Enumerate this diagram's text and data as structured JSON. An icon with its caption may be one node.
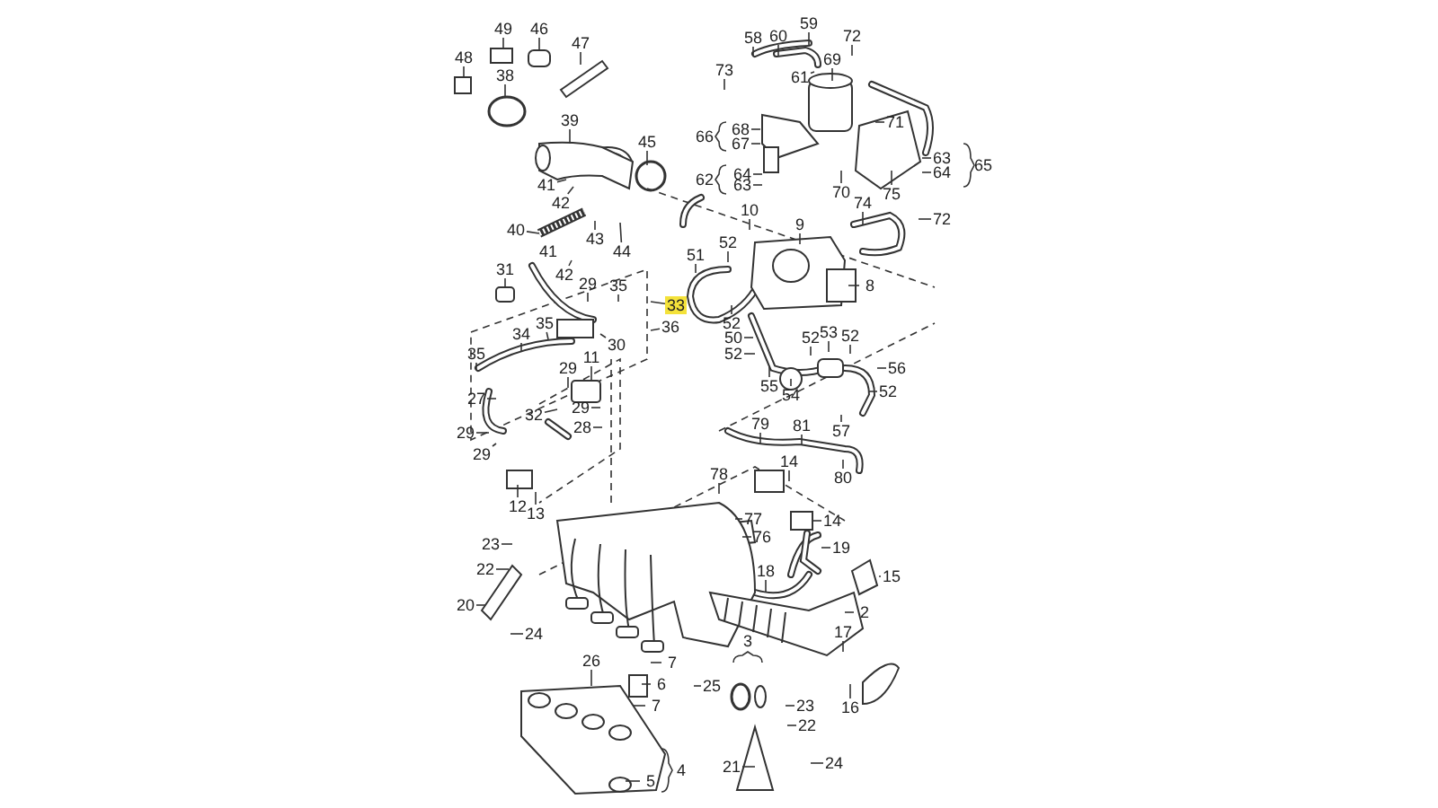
{
  "diagram": {
    "labels": [
      "49",
      "46",
      "47",
      "48",
      "38",
      "39",
      "45",
      "41",
      "42",
      "40",
      "41",
      "42",
      "43",
      "44",
      "31",
      "29",
      "35",
      "33",
      "36",
      "30",
      "34",
      "35",
      "35",
      "11",
      "29",
      "29",
      "28",
      "27",
      "32",
      "29",
      "29",
      "12",
      "13",
      "23",
      "22",
      "20",
      "24",
      "26",
      "7",
      "6",
      "7",
      "25",
      "4",
      "5",
      "58",
      "60",
      "59",
      "72",
      "73",
      "69",
      "61",
      "66",
      "68",
      "67",
      "71",
      "64",
      "62",
      "63",
      "70",
      "75",
      "63",
      "64",
      "65",
      "10",
      "9",
      "74",
      "72",
      "52",
      "51",
      "8",
      "52",
      "50",
      "52",
      "55",
      "54",
      "52",
      "53",
      "52",
      "56",
      "52",
      "81",
      "57",
      "79",
      "80",
      "14",
      "78",
      "77",
      "76",
      "14",
      "19",
      "18",
      "15",
      "2",
      "17",
      "16",
      "3",
      "23",
      "22",
      "21",
      "24"
    ]
  }
}
